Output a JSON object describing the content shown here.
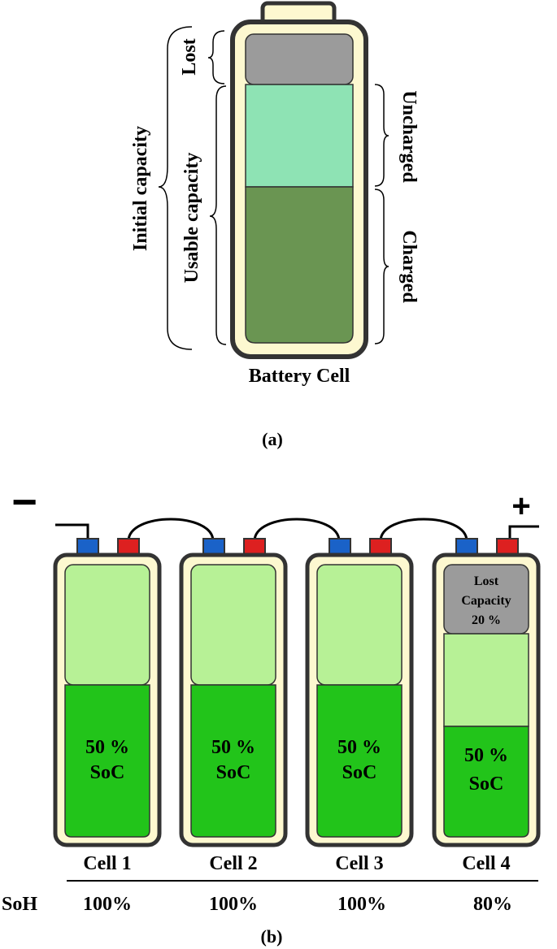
{
  "panel_a": {
    "caption": "(a)",
    "battery_label": "Battery Cell",
    "labels": {
      "initial": "Initial capacity",
      "usable": "Usable capacity",
      "lost": "Lost",
      "uncharged": "Uncharged",
      "charged": "Charged"
    },
    "colors": {
      "lost": "#9b9b9b",
      "uncharged": "#8ee3b4",
      "charged": "#6a9552",
      "casing": "#fdf8d0",
      "outline": "#333333"
    }
  },
  "panel_b": {
    "caption": "(b)",
    "minus": "−",
    "plus": "+",
    "soh_label": "SoH",
    "cells": [
      {
        "name": "Cell 1",
        "soc_line1": "50 %",
        "soc_line2": "SoC",
        "soh": "100%"
      },
      {
        "name": "Cell 2",
        "soc_line1": "50 %",
        "soc_line2": "SoC",
        "soh": "100%"
      },
      {
        "name": "Cell 3",
        "soc_line1": "50 %",
        "soc_line2": "SoC",
        "soh": "100%"
      },
      {
        "name": "Cell 4",
        "soc_line1": "50 %",
        "soc_line2": "SoC",
        "soh": "80%"
      }
    ],
    "lost_capacity": {
      "line1": "Lost",
      "line2": "Capacity",
      "line3": "20 %"
    },
    "colors": {
      "empty": "#b7f196",
      "soc": "#22c41a",
      "lost": "#9b9b9b",
      "terminal_neg": "#1a62c8",
      "terminal_pos": "#dd2020"
    }
  }
}
